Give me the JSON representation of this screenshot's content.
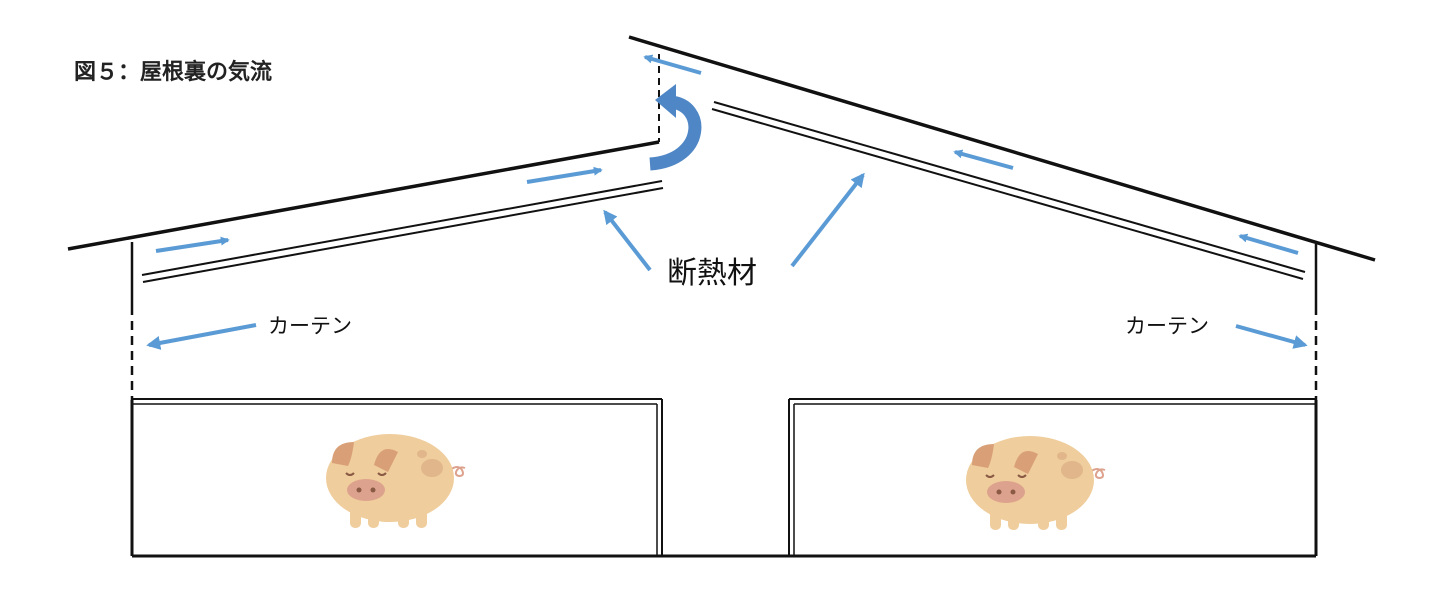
{
  "title": "図５：屋根裏の気流",
  "labels": {
    "insulation": "断熱材",
    "curtain_left": "カーテン",
    "curtain_right": "カーテン"
  },
  "colors": {
    "line": "#111111",
    "arrow": "#5b9bd5",
    "curl_arrow": "#4f86c6",
    "pig_body": "#efcd9c",
    "pig_ear": "#d9a077",
    "pig_snout": "#dda28d",
    "pig_spot": "#e0b68a"
  },
  "icons": {
    "airflow": "blue-arrow",
    "updraft": "curved-arrow-icon",
    "animal": "pig-icon"
  }
}
